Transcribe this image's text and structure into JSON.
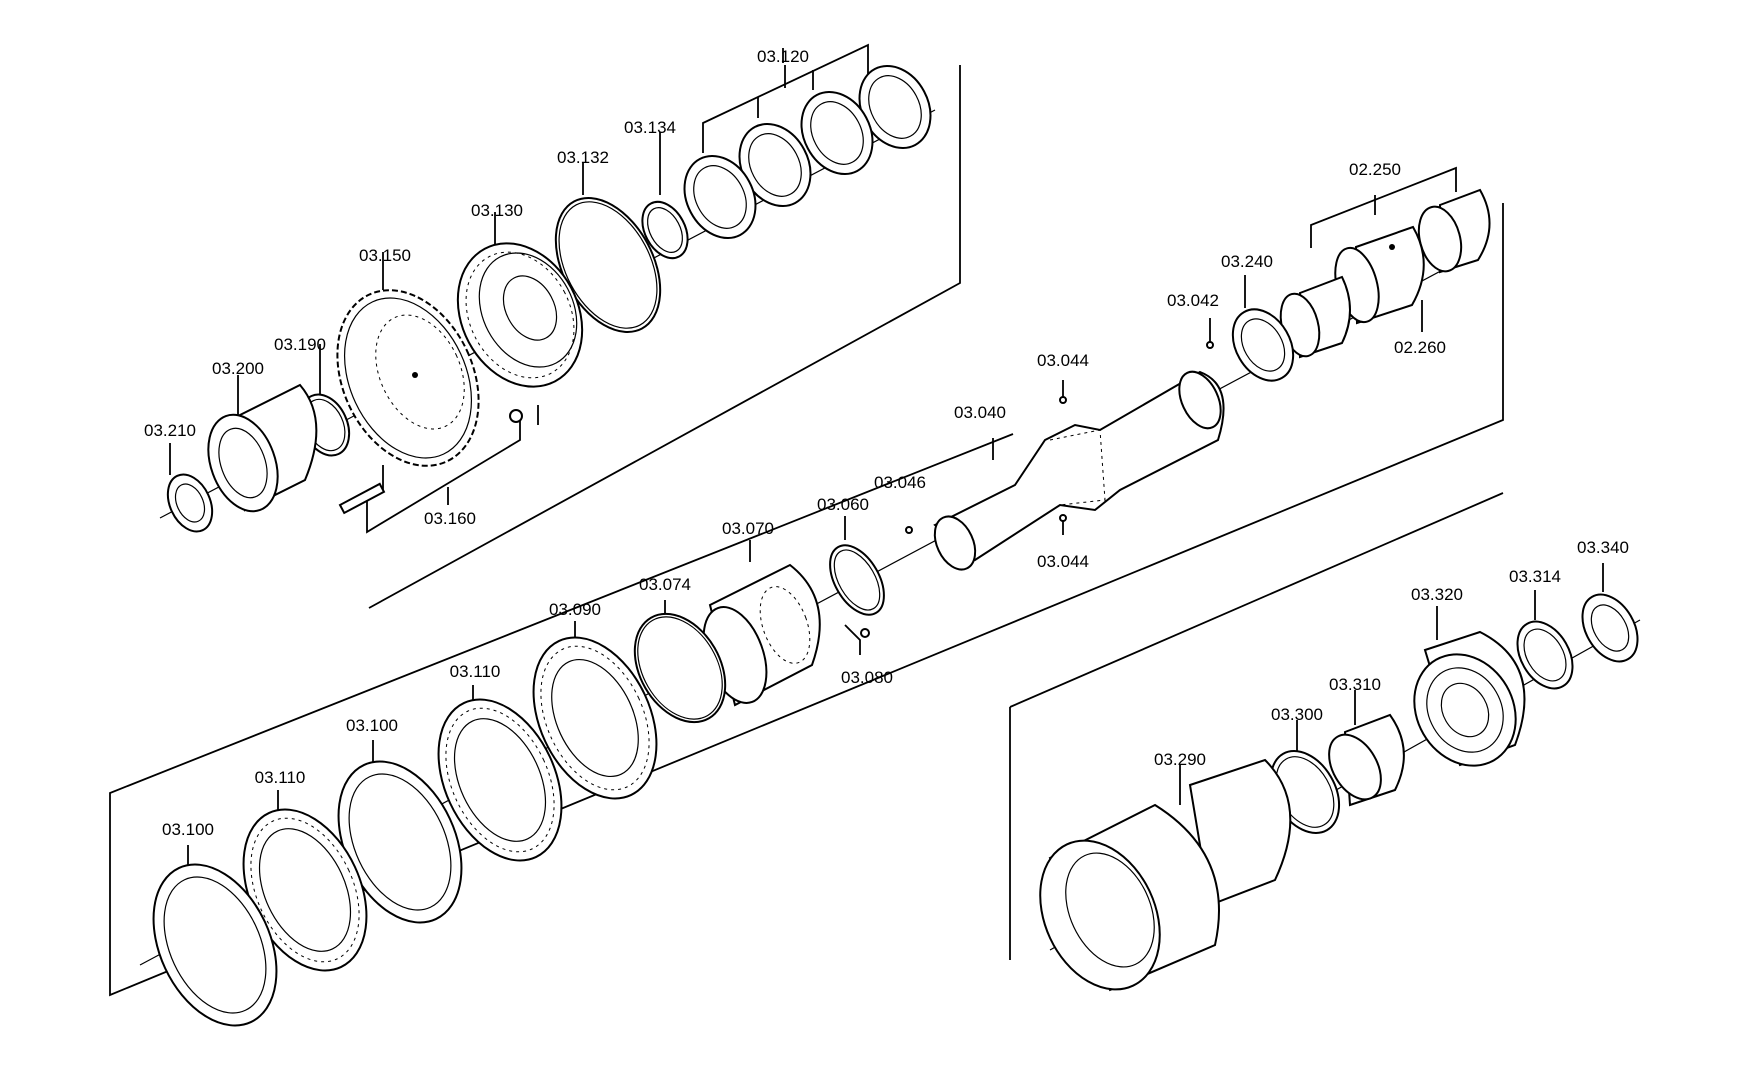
{
  "labels": {
    "p03_120": "03.120",
    "p03_134": "03.134",
    "p03_132": "03.132",
    "p03_130": "03.130",
    "p03_150": "03.150",
    "p03_190": "03.190",
    "p03_200": "03.200",
    "p03_210": "03.210",
    "p03_160": "03.160",
    "p02_250": "02.250",
    "p03_240": "03.240",
    "p03_042": "03.042",
    "p02_260": "02.260",
    "p03_044a": "03.044",
    "p03_040": "03.040",
    "p03_044b": "03.044",
    "p03_046": "03.046",
    "p03_060": "03.060",
    "p03_070": "03.070",
    "p03_080": "03.080",
    "p03_074": "03.074",
    "p03_090": "03.090",
    "p03_110a": "03.110",
    "p03_100a": "03.100",
    "p03_110b": "03.110",
    "p03_100b": "03.100",
    "p03_340": "03.340",
    "p03_314": "03.314",
    "p03_320": "03.320",
    "p03_310": "03.310",
    "p03_300": "03.300",
    "p03_290": "03.290"
  }
}
